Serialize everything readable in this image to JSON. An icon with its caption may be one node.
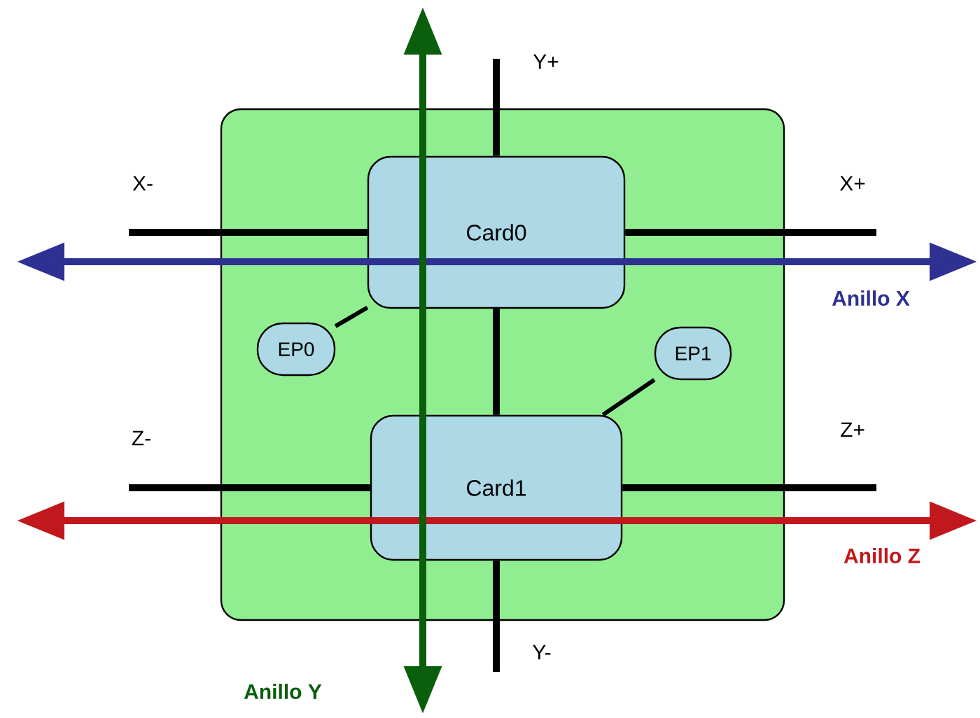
{
  "diagram": {
    "nodes": [
      {
        "text": [],
        "shape": "box"
      },
      {
        "text": [
          "Card0"
        ],
        "in": 0
      },
      {
        "text": [
          "Card1"
        ],
        "in": 0
      },
      {
        "text": [
          "EP0"
        ],
        "in": 0
      },
      {
        "text": [
          "EP1"
        ],
        "in": 0
      }
    ],
    "edges": [
      {
        "from": 3,
        "to": 1,
        "arrow": "none"
      },
      {
        "from": 4,
        "to": 2,
        "arrow": "none"
      },
      {
        "from": 1,
        "to": 2,
        "arrow": "none"
      },
      {
        "from": 1,
        "to": null,
        "arrow": "none"
      },
      {
        "from": 1,
        "to": null,
        "arrow": "none"
      },
      {
        "from": 1,
        "to": null,
        "arrow": "none"
      },
      {
        "from": 2,
        "to": null,
        "arrow": "none"
      },
      {
        "from": 2,
        "to": null,
        "arrow": "none"
      },
      {
        "from": 2,
        "to": null,
        "arrow": "none"
      }
    ],
    "labels": [
      "Y+",
      "X-",
      "X+",
      "Anillo X",
      "Z-",
      "Z+",
      "Anillo Z",
      "Y-",
      "Anillo Y"
    ]
  }
}
